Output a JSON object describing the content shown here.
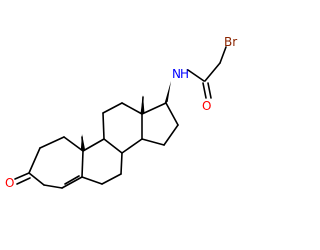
{
  "atoms": {
    "oxygen_ketone": "O",
    "oxygen_amide": "O",
    "nitrogen": "N",
    "hydrogen": "H",
    "bromine": "Br"
  },
  "colors": {
    "bond": "#000000",
    "oxygen": "#ff0000",
    "nitrogen": "#0000ff",
    "bromine": "#8b2500"
  }
}
